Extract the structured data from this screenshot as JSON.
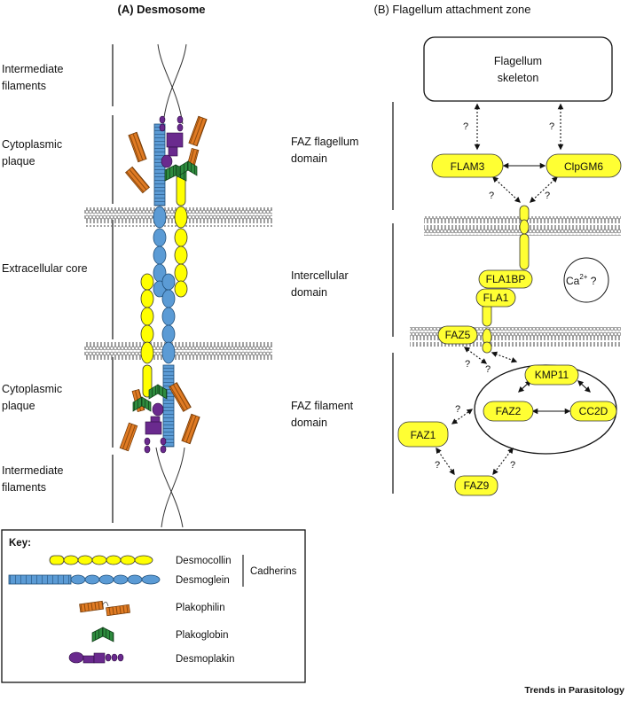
{
  "panels": {
    "a_title": "(A) Desmosome",
    "b_title": "(B) Flagellum attachment zone"
  },
  "desmosome": {
    "regions": [
      [
        "Intermediate",
        "filaments"
      ],
      [
        "Cytoplasmic",
        "plaque"
      ],
      [
        "Extracellular core"
      ],
      [
        "Cytoplasmic",
        "plaque"
      ],
      [
        "Intermediate",
        "filaments"
      ]
    ]
  },
  "faz": {
    "regions": [
      [
        "FAZ flagellum",
        "domain"
      ],
      [
        "Intercellular",
        "domain"
      ],
      [
        "FAZ filament",
        "domain"
      ]
    ],
    "skeleton": [
      "Flagellum",
      "skeleton"
    ],
    "proteins": {
      "flam3": "FLAM3",
      "clpgm6": "ClpGM6",
      "fla1bp": "FLA1BP",
      "fla1": "FLA1",
      "faz5": "FAZ5",
      "kmp11": "KMP11",
      "faz2": "FAZ2",
      "cc2d": "CC2D",
      "faz1": "FAZ1",
      "faz9": "FAZ9"
    },
    "question_mark": "?",
    "calcium": "Ca",
    "calcium_sup": "2+",
    "calcium_q": " ?"
  },
  "key": {
    "title": "Key:",
    "items": [
      "Desmocollin",
      "Desmoglein",
      "Plakophilin",
      "Plakoglobin",
      "Desmoplakin"
    ],
    "group": "Cadherins"
  },
  "colors": {
    "desmocollin": "#ffff00",
    "desmoglein": "#5b9bd5",
    "plakophilin": "#e07b24",
    "plakoglobin": "#2e8b3e",
    "desmoplakin": "#6a2a8e",
    "faz_protein": "#ffff33"
  },
  "footer": "Trends in Parasitology"
}
